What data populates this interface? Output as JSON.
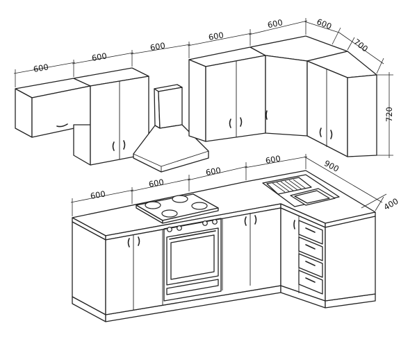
{
  "dimensions": {
    "upper": [
      "600",
      "600",
      "600",
      "600",
      "600",
      "600",
      "700",
      "720"
    ],
    "lower": [
      "600",
      "600",
      "600",
      "600",
      "900",
      "400"
    ]
  },
  "colors": {
    "line": "#222222",
    "background": "#ffffff"
  }
}
